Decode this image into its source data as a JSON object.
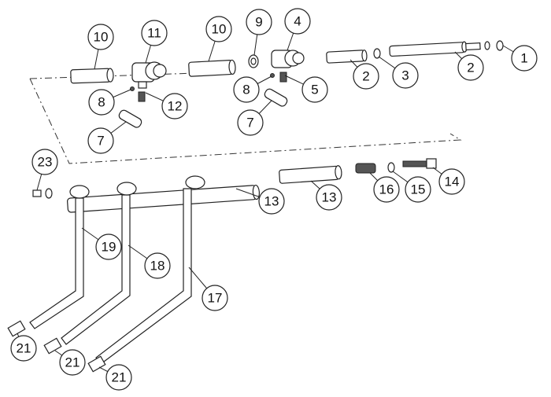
{
  "diagram": {
    "type": "exploded parts diagram",
    "callouts": [
      "10",
      "11",
      "10",
      "9",
      "4",
      "8",
      "12",
      "8",
      "5",
      "7",
      "7",
      "2",
      "3",
      "2",
      "1",
      "23",
      "14",
      "15",
      "16",
      "13",
      "13",
      "19",
      "18",
      "17",
      "21",
      "21",
      "21"
    ],
    "callout_highlight_color": "#3a6fb0"
  }
}
